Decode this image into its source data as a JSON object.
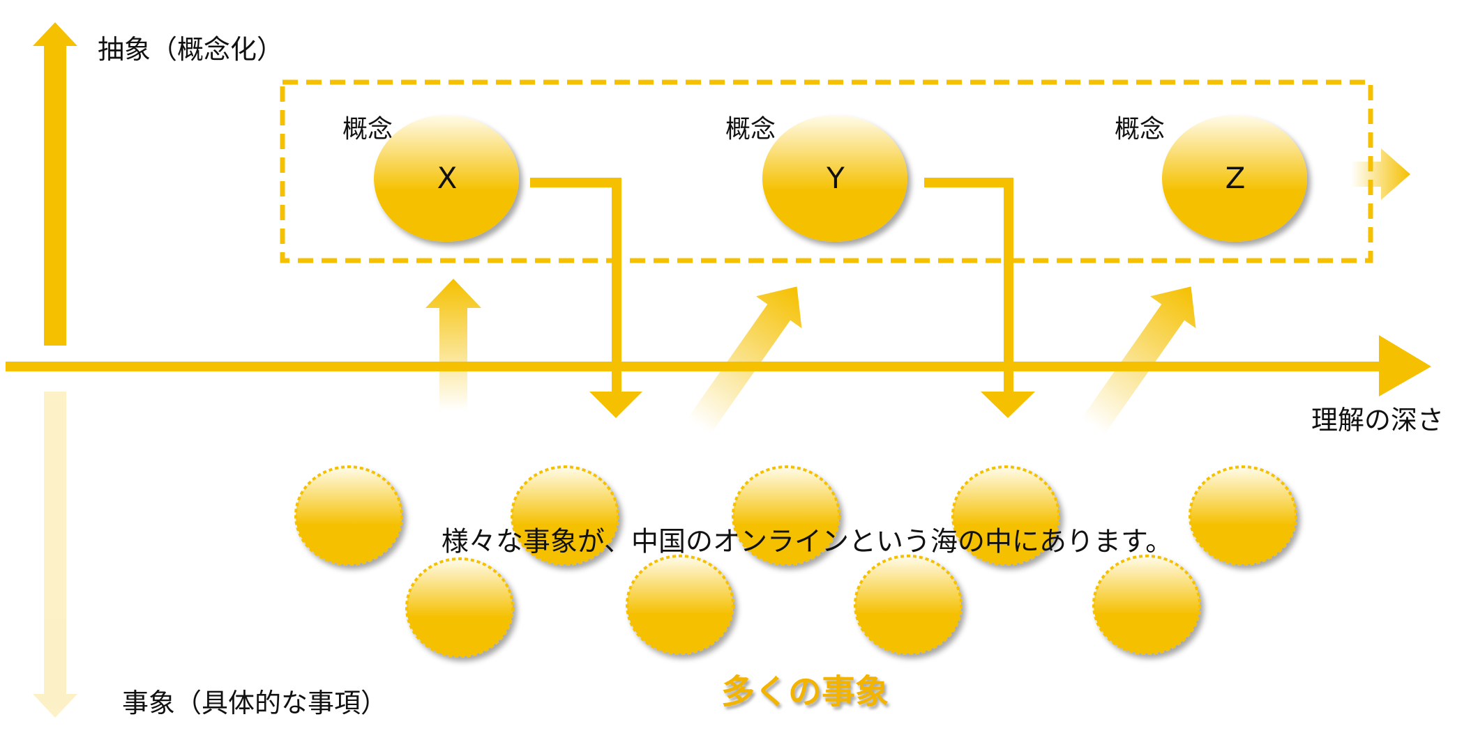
{
  "axes": {
    "vertical_top": "抽象（概念化）",
    "vertical_bottom": "事象（具体的な事項）",
    "horizontal": "理解の深さ"
  },
  "concepts": [
    {
      "caption": "概念",
      "name": "X"
    },
    {
      "caption": "概念",
      "name": "Y"
    },
    {
      "caption": "概念",
      "name": "Z"
    }
  ],
  "events": {
    "sentence": "様々な事象が、中国のオンラインという海の中にあります。",
    "caption": "多くの事象",
    "count": 9
  },
  "colors": {
    "accent": "#F5C000",
    "accent_light": "#FFF3CC",
    "caption": "#F2B400"
  }
}
